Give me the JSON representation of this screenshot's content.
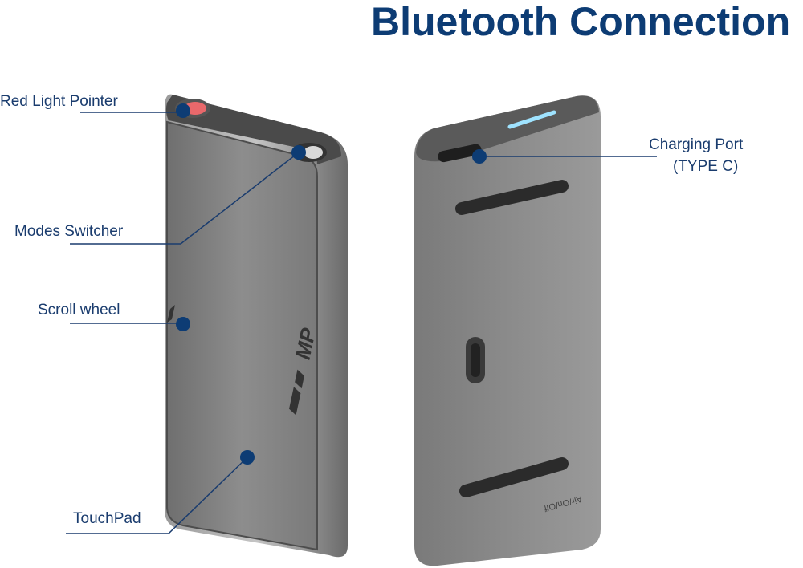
{
  "title": "Bluetooth Connection",
  "labels": {
    "red_light_pointer": "Red Light Pointer",
    "modes_switcher": "Modes Switcher",
    "scroll_wheel": "Scroll wheel",
    "touchpad": "TouchPad",
    "charging_port_line1": "Charging Port",
    "charging_port_line2": "(TYPE C)"
  },
  "device": {
    "logo": "MP",
    "switch_text": "Air/On/Off"
  },
  "colors": {
    "accent": "#0d3c74",
    "body": "#8a8a8a"
  }
}
